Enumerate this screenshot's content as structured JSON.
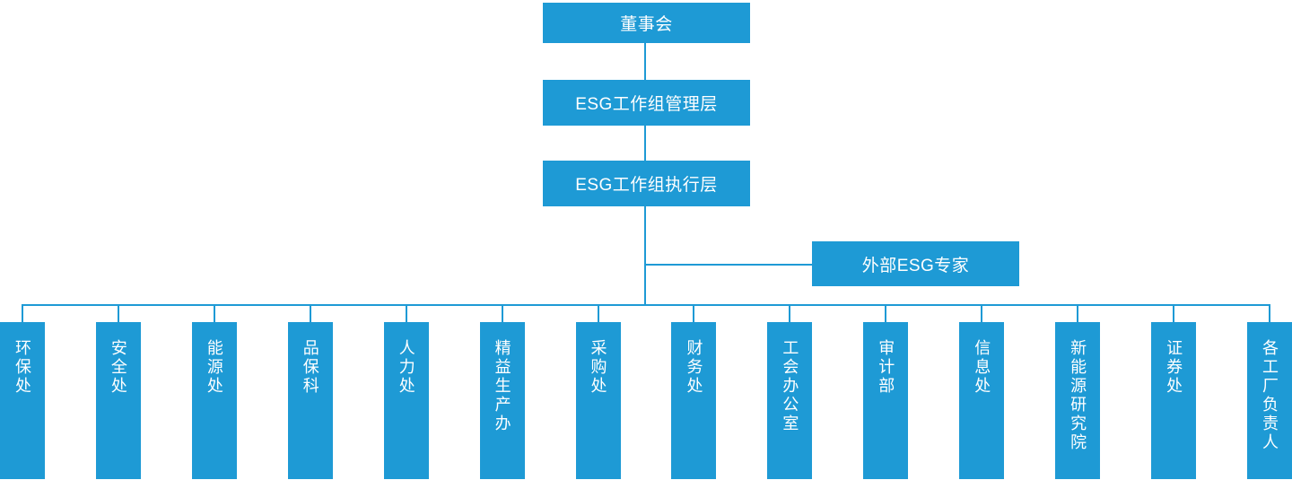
{
  "colors": {
    "primary": "#1e9ad5",
    "text_on_primary": "#ffffff",
    "background": "#ffffff"
  },
  "org_chart": {
    "root": {
      "label": "董事会"
    },
    "management": {
      "label": "ESG工作组管理层"
    },
    "execution": {
      "label": "ESG工作组执行层"
    },
    "external_advisor": {
      "label": "外部ESG专家"
    },
    "departments": [
      {
        "label": "环保处"
      },
      {
        "label": "安全处"
      },
      {
        "label": "能源处"
      },
      {
        "label": "品保科"
      },
      {
        "label": "人力处"
      },
      {
        "label": "精益生产办"
      },
      {
        "label": "采购处"
      },
      {
        "label": "财务处"
      },
      {
        "label": "工会办公室"
      },
      {
        "label": "审计部"
      },
      {
        "label": "信息处"
      },
      {
        "label": "新能源研究院"
      },
      {
        "label": "证券处"
      },
      {
        "label": "各工厂负责人"
      }
    ]
  }
}
